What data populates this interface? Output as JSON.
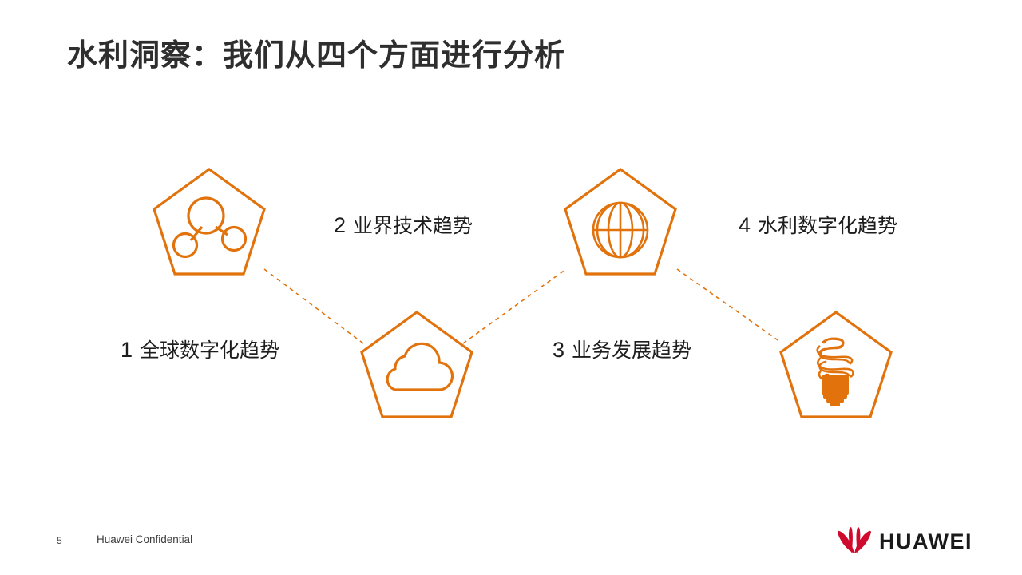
{
  "slide": {
    "title": "水利洞察：我们从四个方面进行分析",
    "background_color": "#ffffff",
    "accent_color": "#e1720c",
    "text_color": "#1d1d1d"
  },
  "diagram": {
    "type": "pentagon-step-sequence",
    "connector_style": "dashed",
    "connector_color": "#e1720c",
    "nodes": [
      {
        "step": "1",
        "label": "全球数字化趋势",
        "icon": "network-nodes-icon",
        "shape": "pentagon",
        "position": "upper-left"
      },
      {
        "step": "2",
        "label": "业界技术趋势",
        "icon": "cloud-icon",
        "shape": "pentagon",
        "position": "lower-left-center"
      },
      {
        "step": "3",
        "label": "业务发展趋势",
        "icon": "globe-icon",
        "shape": "pentagon",
        "position": "upper-right-center"
      },
      {
        "step": "4",
        "label": "水利数字化趋势",
        "icon": "lightbulb-icon",
        "shape": "pentagon",
        "position": "lower-right"
      }
    ]
  },
  "footer": {
    "page_number": "5",
    "confidential_note": "Huawei Confidential",
    "brand": "HUAWEI",
    "brand_mark_color": "#cf0a2c"
  }
}
